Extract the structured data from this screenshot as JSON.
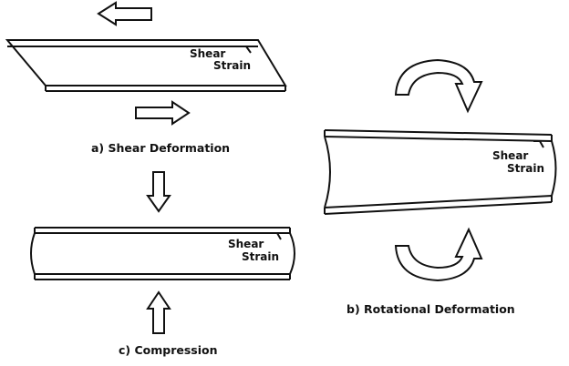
{
  "panels": {
    "shear": {
      "caption": "a) Shear Deformation",
      "strain_line1": "Shear",
      "strain_line2": "Strain"
    },
    "rotation": {
      "caption": "b) Rotational Deformation",
      "strain_line1": "Shear",
      "strain_line2": "Strain"
    },
    "compression": {
      "caption": "c) Compression",
      "strain_line1": "Shear",
      "strain_line2": "Strain"
    }
  }
}
